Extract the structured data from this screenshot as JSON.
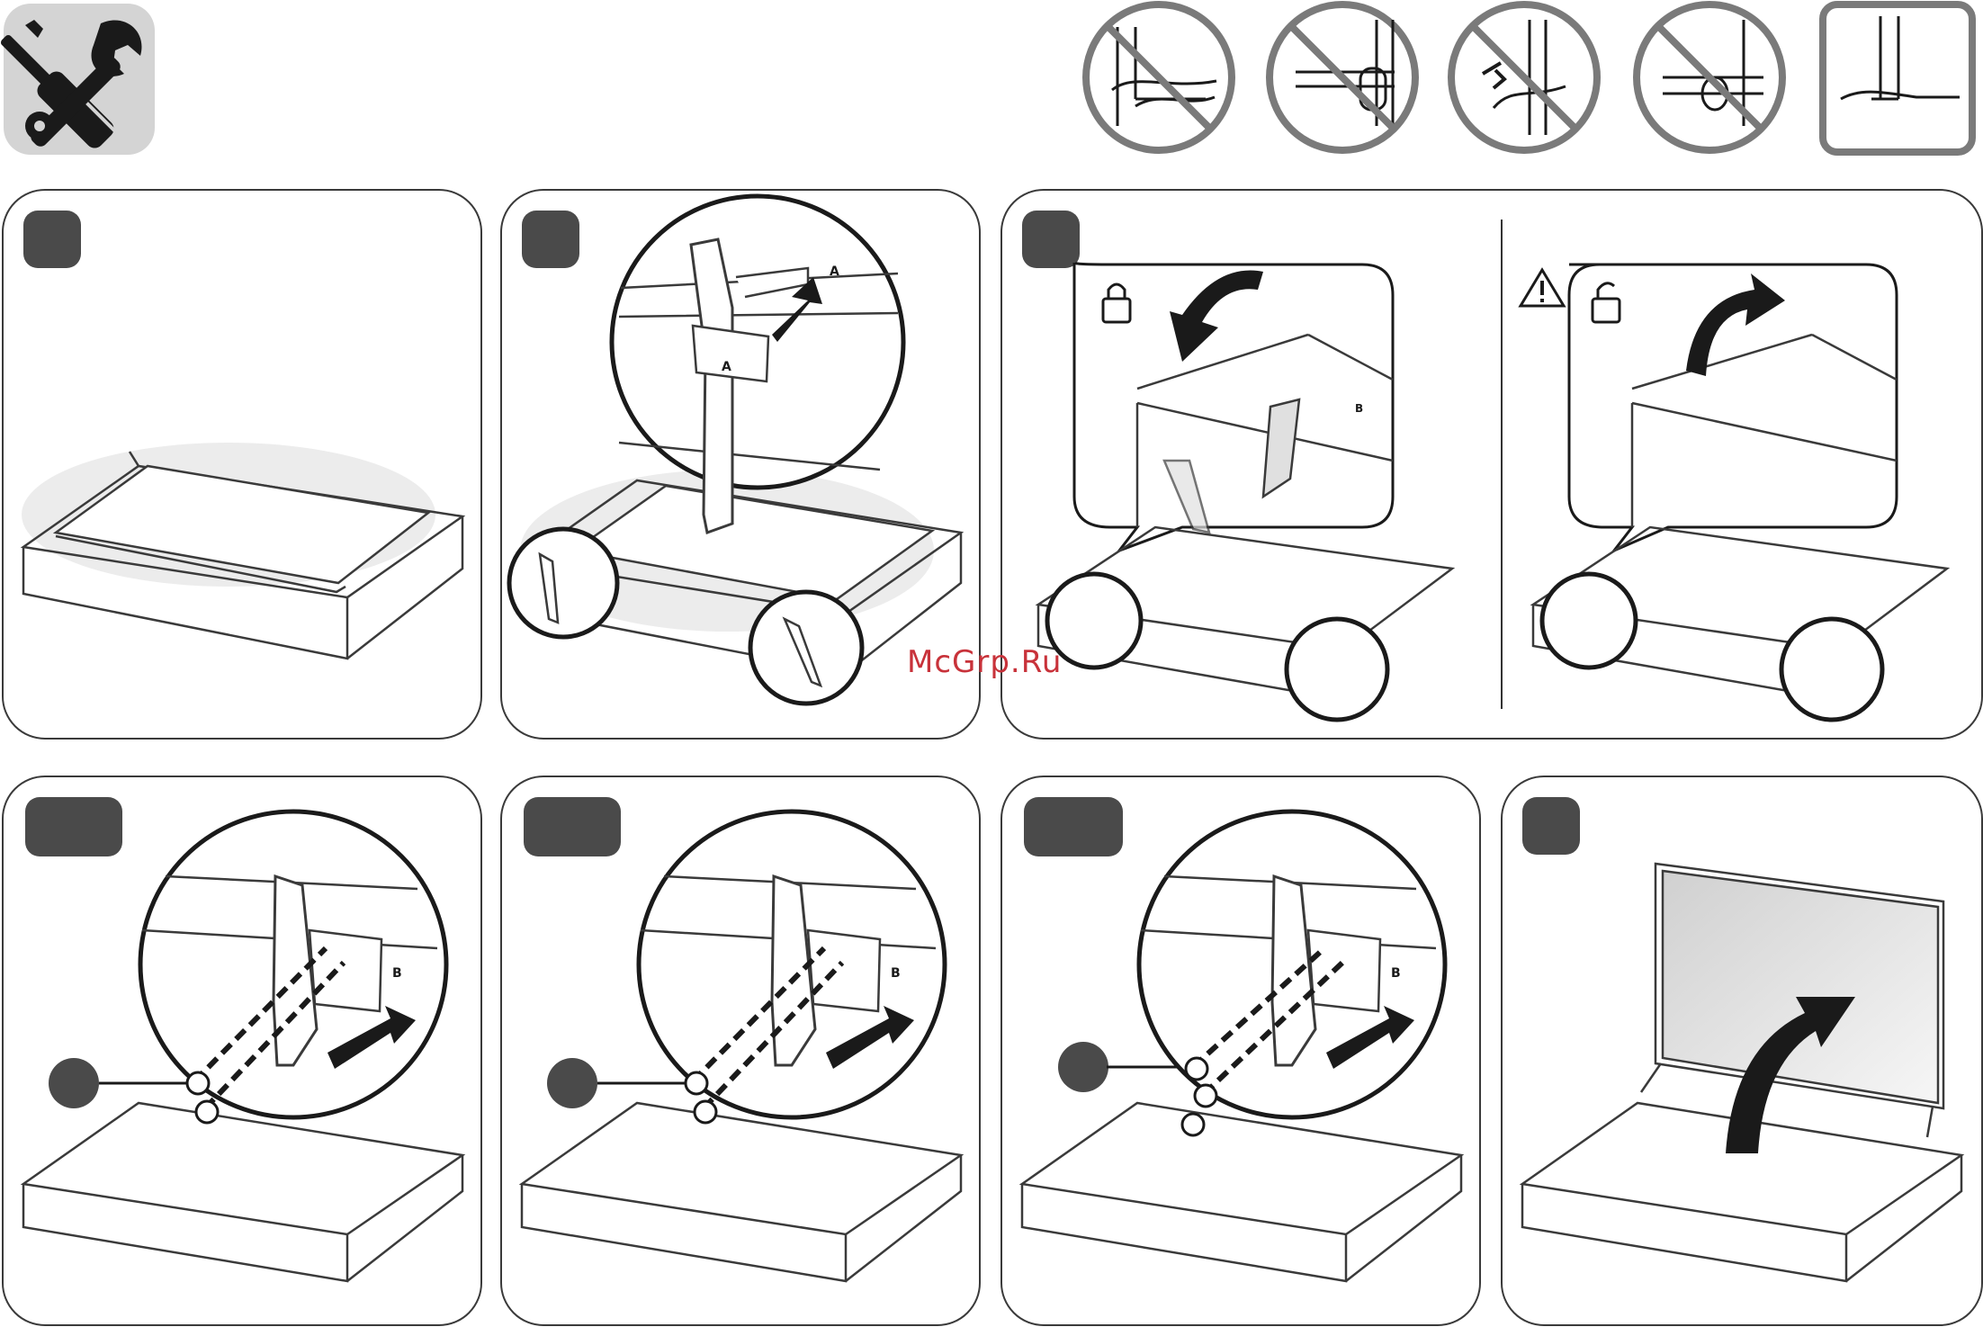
{
  "labels": {
    "stand_a_large": "A",
    "stand_a_small": "A",
    "stand_b": "B"
  },
  "watermark": "McGrp.Ru",
  "icons": {
    "tools": "screwdriver-wrench-icon",
    "caution": "warning-triangle-icon",
    "locked": "padlock-locked-icon",
    "unlocked": "padlock-unlocked-icon"
  },
  "colors": {
    "badge": "#4a4a4a",
    "line": "#3a3a3a",
    "watermark": "#c8323a"
  }
}
